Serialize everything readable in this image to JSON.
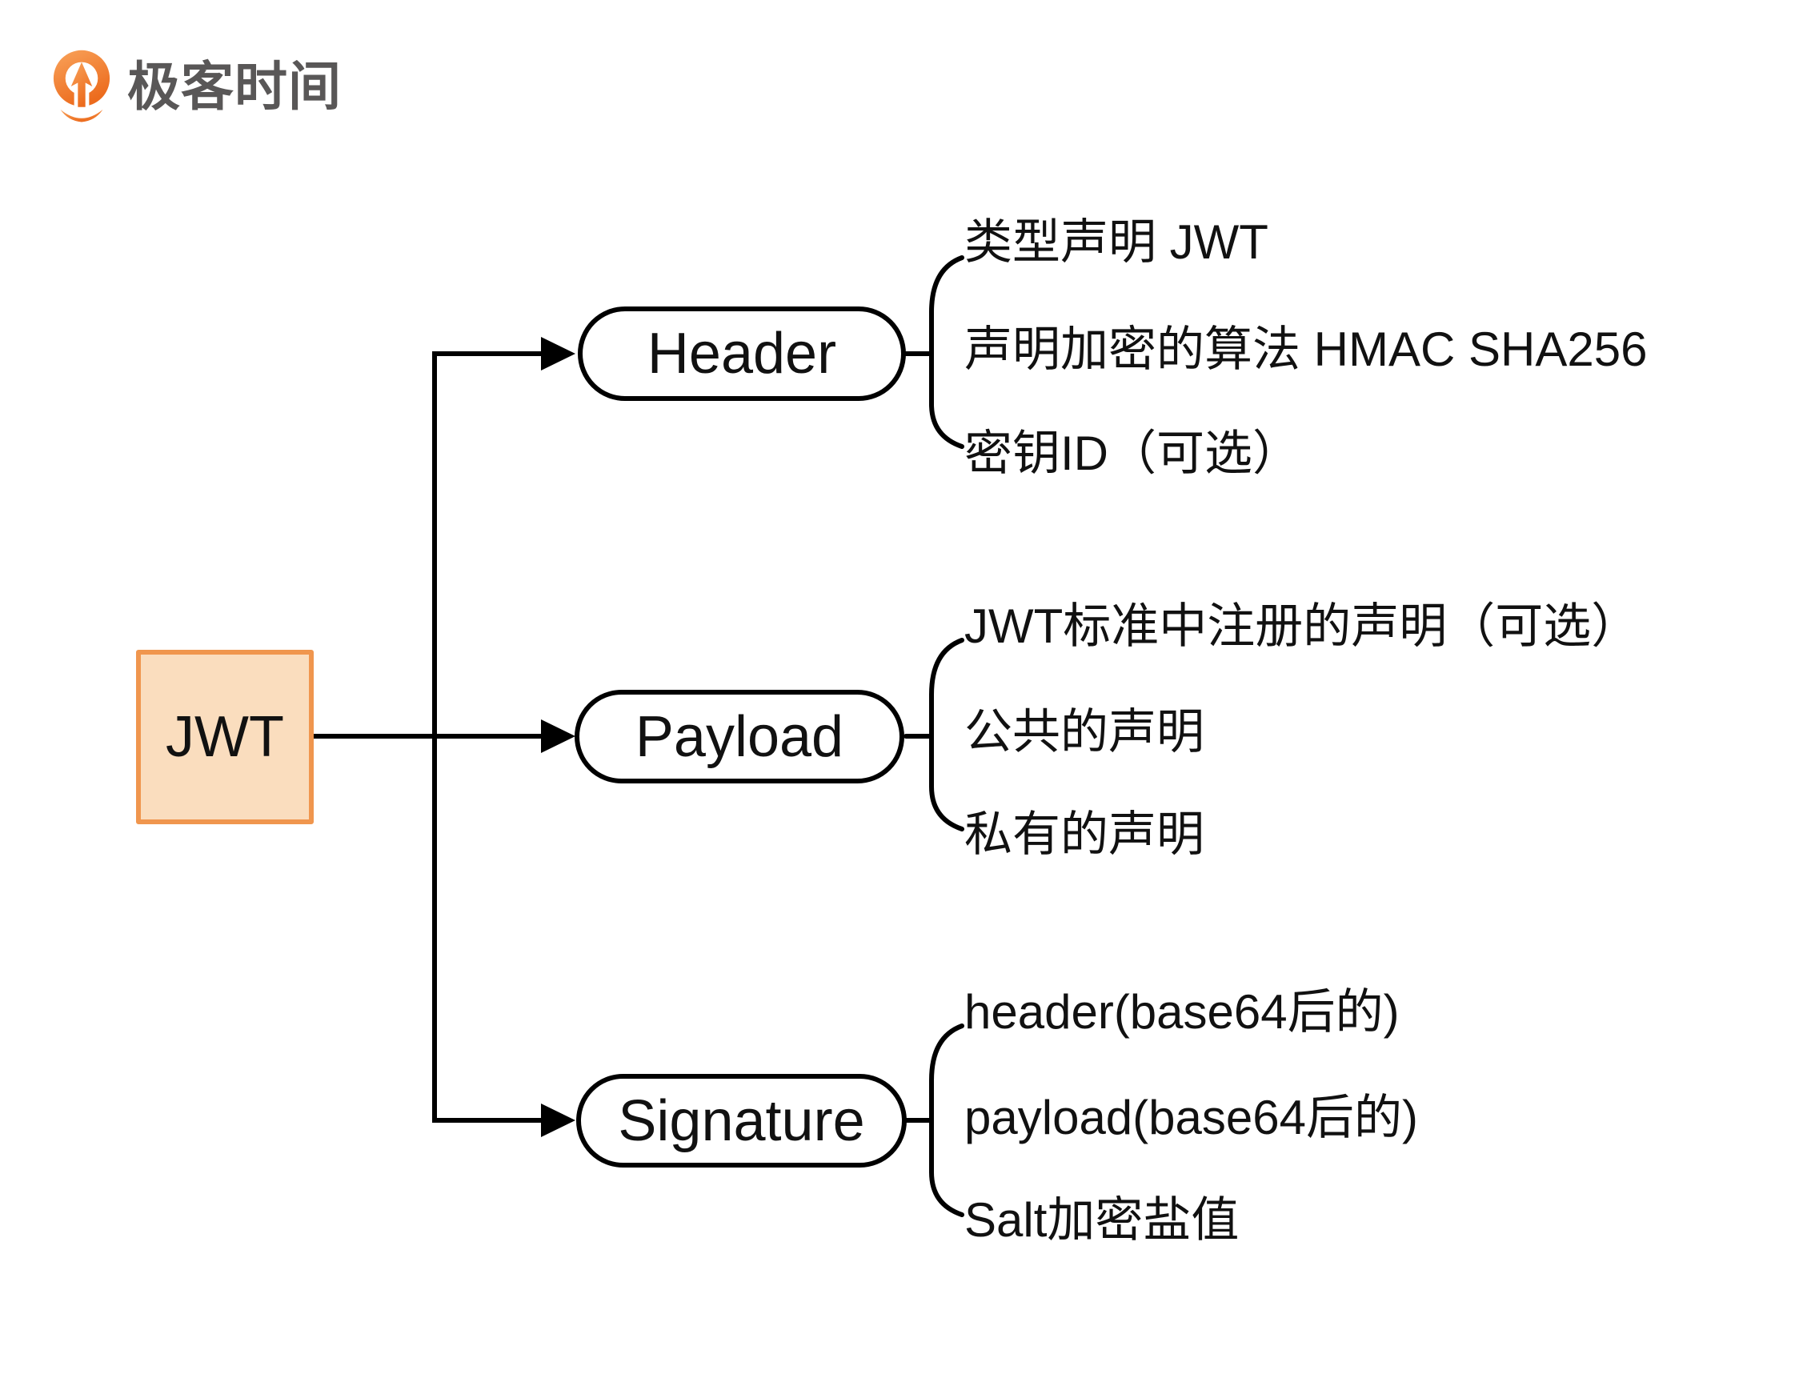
{
  "brand": {
    "name": "极客时间"
  },
  "colors": {
    "line": "#000000",
    "text": "#111111",
    "root_fill": "#FADDBE",
    "root_border": "#F0964E",
    "logo_text": "#595757",
    "logo_orange_light": "#F9A35B",
    "logo_orange_dark": "#EC6B1D"
  },
  "diagram": {
    "root": {
      "label": "JWT"
    },
    "nodes": [
      {
        "label": "Header",
        "leaves": [
          "类型声明 JWT",
          "声明加密的算法 HMAC SHA256",
          "密钥ID（可选）"
        ]
      },
      {
        "label": "Payload",
        "leaves": [
          "JWT标准中注册的声明（可选）",
          "公共的声明",
          "私有的声明"
        ]
      },
      {
        "label": "Signature",
        "leaves": [
          "header(base64后的)",
          "payload(base64后的)",
          "Salt加密盐值"
        ]
      }
    ]
  }
}
